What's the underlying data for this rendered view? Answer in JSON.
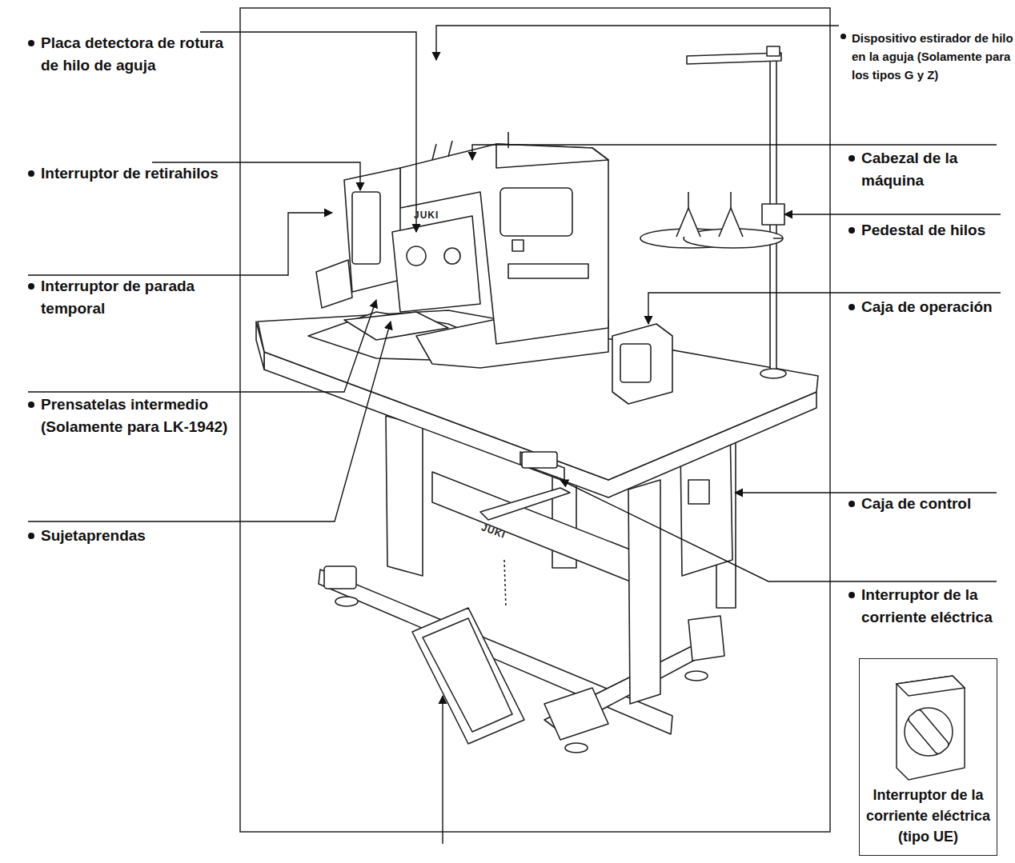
{
  "diagram": {
    "nodes": [
      {
        "text": [
          "Interruptor de la corriente eléctrica (tipo UE)"
        ]
      }
    ],
    "labels": [
      "Placa detectora de rotura de hilo de aguja",
      "Interruptor de retirahilos",
      "Interruptor de parada temporal",
      "Prensatelas intermedio (Solamente para LK-1942)",
      "Sujetaprendas",
      "Dispositivo estirador de hilo en la aguja (Solamente para los tipos G y Z)",
      "Cabezal de la máquina",
      "Pedestal de hilos",
      "Caja de operación",
      "Caja de control",
      "Interruptor de la corriente eléctrica",
      "JUKI",
      "JUKI"
    ]
  }
}
